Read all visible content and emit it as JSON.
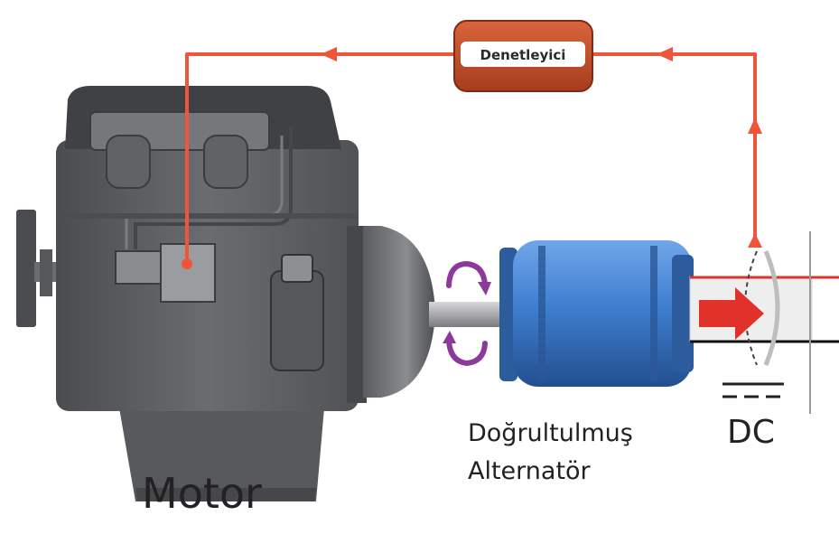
{
  "controller": {
    "label": "Denetleyici"
  },
  "labels": {
    "motor": "Motor",
    "alternator_line1": "Doğrultulmuş",
    "alternator_line2": "Alternatör",
    "dc": "DC"
  },
  "colors": {
    "feedback_line": "#f0553a",
    "controller_fill": "#c9502b",
    "engine_body": "#5e6063",
    "engine_dark": "#3e4043",
    "alternator_blue": "#3f7fd0",
    "rotation_arrow": "#8b3a9a",
    "output_red": "#e0312b"
  }
}
